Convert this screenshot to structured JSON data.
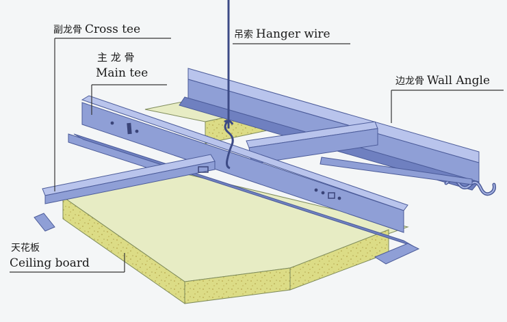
{
  "labels": {
    "cross_tee": {
      "cn": "副龙骨",
      "en": "Cross tee"
    },
    "main_tee": {
      "cn": "主 龙 骨",
      "en": "Main tee"
    },
    "hanger_wire": {
      "cn": "吊索",
      "en": "Hanger wire"
    },
    "wall_angle": {
      "cn": "边龙骨",
      "en": "Wall Angle"
    },
    "ceiling_board": {
      "cn": "天花板",
      "en": "Ceiling board"
    }
  },
  "colors": {
    "metal": "#8f9fd6",
    "metal_dark": "#5f6fae",
    "metal_light": "#b9c4ec",
    "board_top": "#e7ecc4",
    "board_side": "#dcdc86",
    "board_speckle": "#b8a64a",
    "leader": "#333333"
  }
}
